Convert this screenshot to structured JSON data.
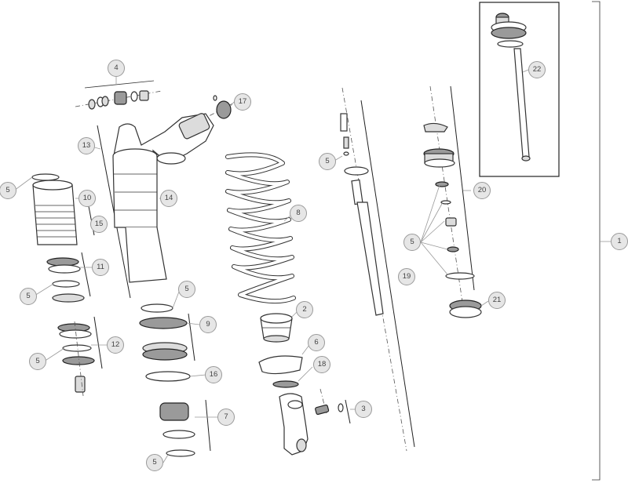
{
  "callouts": [
    {
      "id": "c1",
      "label": "1"
    },
    {
      "id": "c2",
      "label": "2"
    },
    {
      "id": "c3",
      "label": "3"
    },
    {
      "id": "c4",
      "label": "4"
    },
    {
      "id": "c5a",
      "label": "5"
    },
    {
      "id": "c5b",
      "label": "5"
    },
    {
      "id": "c5c",
      "label": "5"
    },
    {
      "id": "c5d",
      "label": "5"
    },
    {
      "id": "c5e",
      "label": "5"
    },
    {
      "id": "c5f",
      "label": "5"
    },
    {
      "id": "c5g",
      "label": "5"
    },
    {
      "id": "c6",
      "label": "6"
    },
    {
      "id": "c7",
      "label": "7"
    },
    {
      "id": "c8",
      "label": "8"
    },
    {
      "id": "c9",
      "label": "9"
    },
    {
      "id": "c10",
      "label": "10"
    },
    {
      "id": "c11",
      "label": "11"
    },
    {
      "id": "c12",
      "label": "12"
    },
    {
      "id": "c13",
      "label": "13"
    },
    {
      "id": "c14",
      "label": "14"
    },
    {
      "id": "c15",
      "label": "15"
    },
    {
      "id": "c16",
      "label": "16"
    },
    {
      "id": "c17",
      "label": "17"
    },
    {
      "id": "c18",
      "label": "18"
    },
    {
      "id": "c19",
      "label": "19"
    },
    {
      "id": "c20",
      "label": "20"
    },
    {
      "id": "c21",
      "label": "21"
    },
    {
      "id": "c22",
      "label": "22"
    }
  ]
}
